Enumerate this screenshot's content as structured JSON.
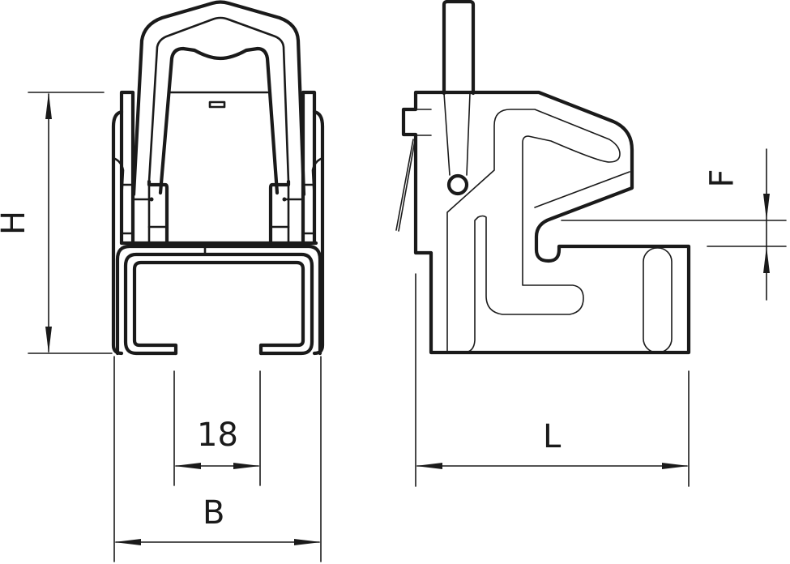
{
  "drawing": {
    "type": "technical-dimension-drawing",
    "views": [
      {
        "name": "front-view",
        "description": "Front view of clip with U-shaped bail on C-profile rail"
      },
      {
        "name": "side-view",
        "description": "Side view of clip body with lever and hook"
      }
    ],
    "dimensions": {
      "height_label": "H",
      "width_label": "B",
      "slot_width_value": "18",
      "length_label": "L",
      "gap_label": "F"
    },
    "colors": {
      "line": "#1a1a1a",
      "background": "#ffffff"
    }
  }
}
